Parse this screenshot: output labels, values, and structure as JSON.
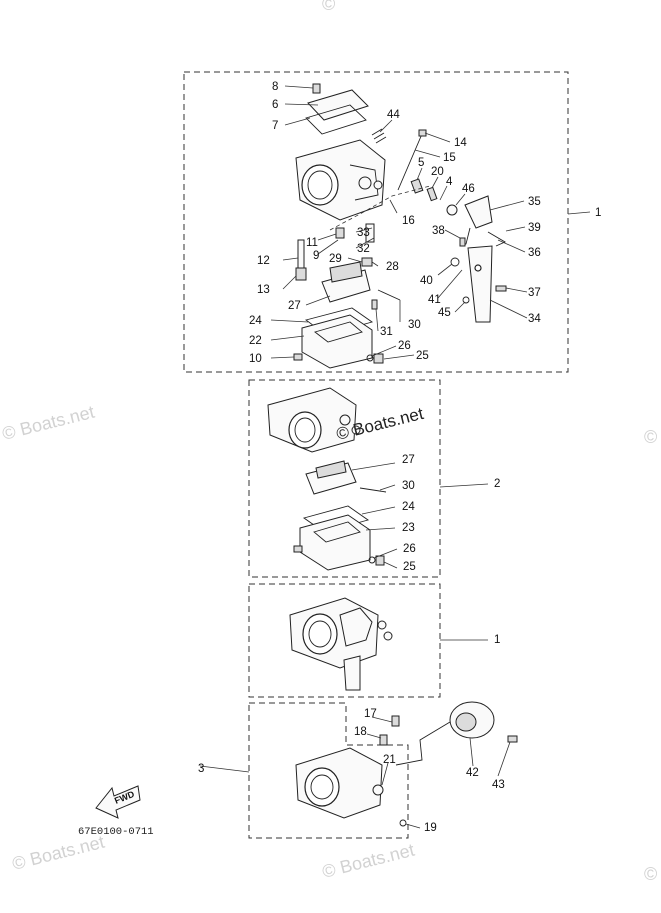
{
  "watermarks": {
    "center": "© Boats.net",
    "left": "© Boats.net",
    "bottom_left": "© Boats.net",
    "bottom_center": "© Boats.net"
  },
  "diagram_code": "67E0100-0711",
  "fwd_label": "FWD",
  "callouts": {
    "c1a": "1",
    "c1b": "1",
    "c2": "2",
    "c3": "3",
    "c4": "4",
    "c5": "5",
    "c6": "6",
    "c7": "7",
    "c8": "8",
    "c9": "9",
    "c10": "10",
    "c11": "11",
    "c12": "12",
    "c13": "13",
    "c14": "14",
    "c15": "15",
    "c16": "16",
    "c17": "17",
    "c18": "18",
    "c19": "19",
    "c20": "20",
    "c21": "21",
    "c22": "22",
    "c23": "23",
    "c24a": "24",
    "c24b": "24",
    "c25a": "25",
    "c25b": "25",
    "c26a": "26",
    "c26b": "26",
    "c27a": "27",
    "c27b": "27",
    "c28": "28",
    "c29": "29",
    "c30a": "30",
    "c30b": "30",
    "c31": "31",
    "c32": "32",
    "c33": "33",
    "c34": "34",
    "c35": "35",
    "c36": "36",
    "c37": "37",
    "c38": "38",
    "c39": "39",
    "c40": "40",
    "c41": "41",
    "c42": "42",
    "c43": "43",
    "c44": "44",
    "c45": "45",
    "c46": "46"
  }
}
